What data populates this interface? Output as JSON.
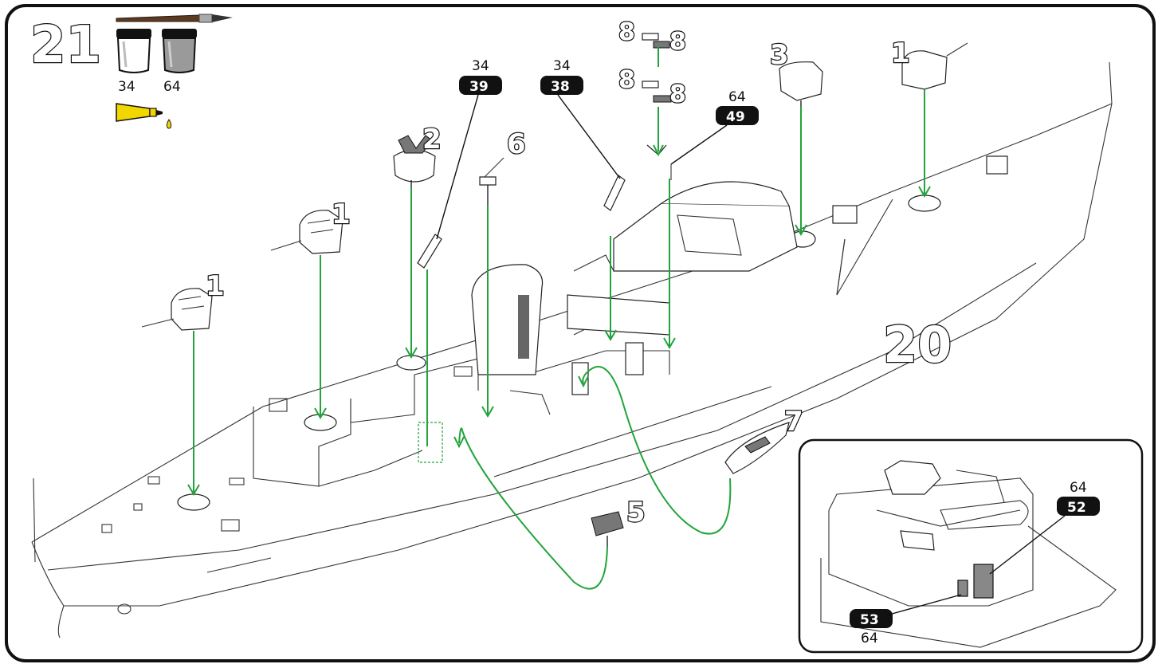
{
  "step": {
    "number": "21",
    "previous_step": "20"
  },
  "paints": [
    {
      "code": "34",
      "color": "#ffffff",
      "label": "34"
    },
    {
      "code": "64",
      "color": "#9a9a9a",
      "label": "64"
    }
  ],
  "tools": {
    "brush_icon": "paint-brush-icon",
    "glue_icon": "glue-tube-icon"
  },
  "parts": {
    "turret_fore_a": "1",
    "turret_fore_b": "1",
    "turret_aft": "1",
    "mount_2": "2",
    "director_3": "3",
    "mast_6": "6",
    "boat_7": "7",
    "davit_5": "5",
    "part_8a": "8",
    "part_8b": "8",
    "part_8c": "8",
    "part_8d": "8"
  },
  "callouts": [
    {
      "paint": "34",
      "part": "39"
    },
    {
      "paint": "34",
      "part": "38"
    },
    {
      "paint": "64",
      "part": "49"
    }
  ],
  "inset_callouts": [
    {
      "paint": "64",
      "part": "52"
    },
    {
      "paint": "64",
      "part": "53"
    }
  ],
  "colors": {
    "arrow": "#22a33b",
    "badge": "#111111",
    "glue": "#f2d600",
    "frame": "#111111"
  }
}
